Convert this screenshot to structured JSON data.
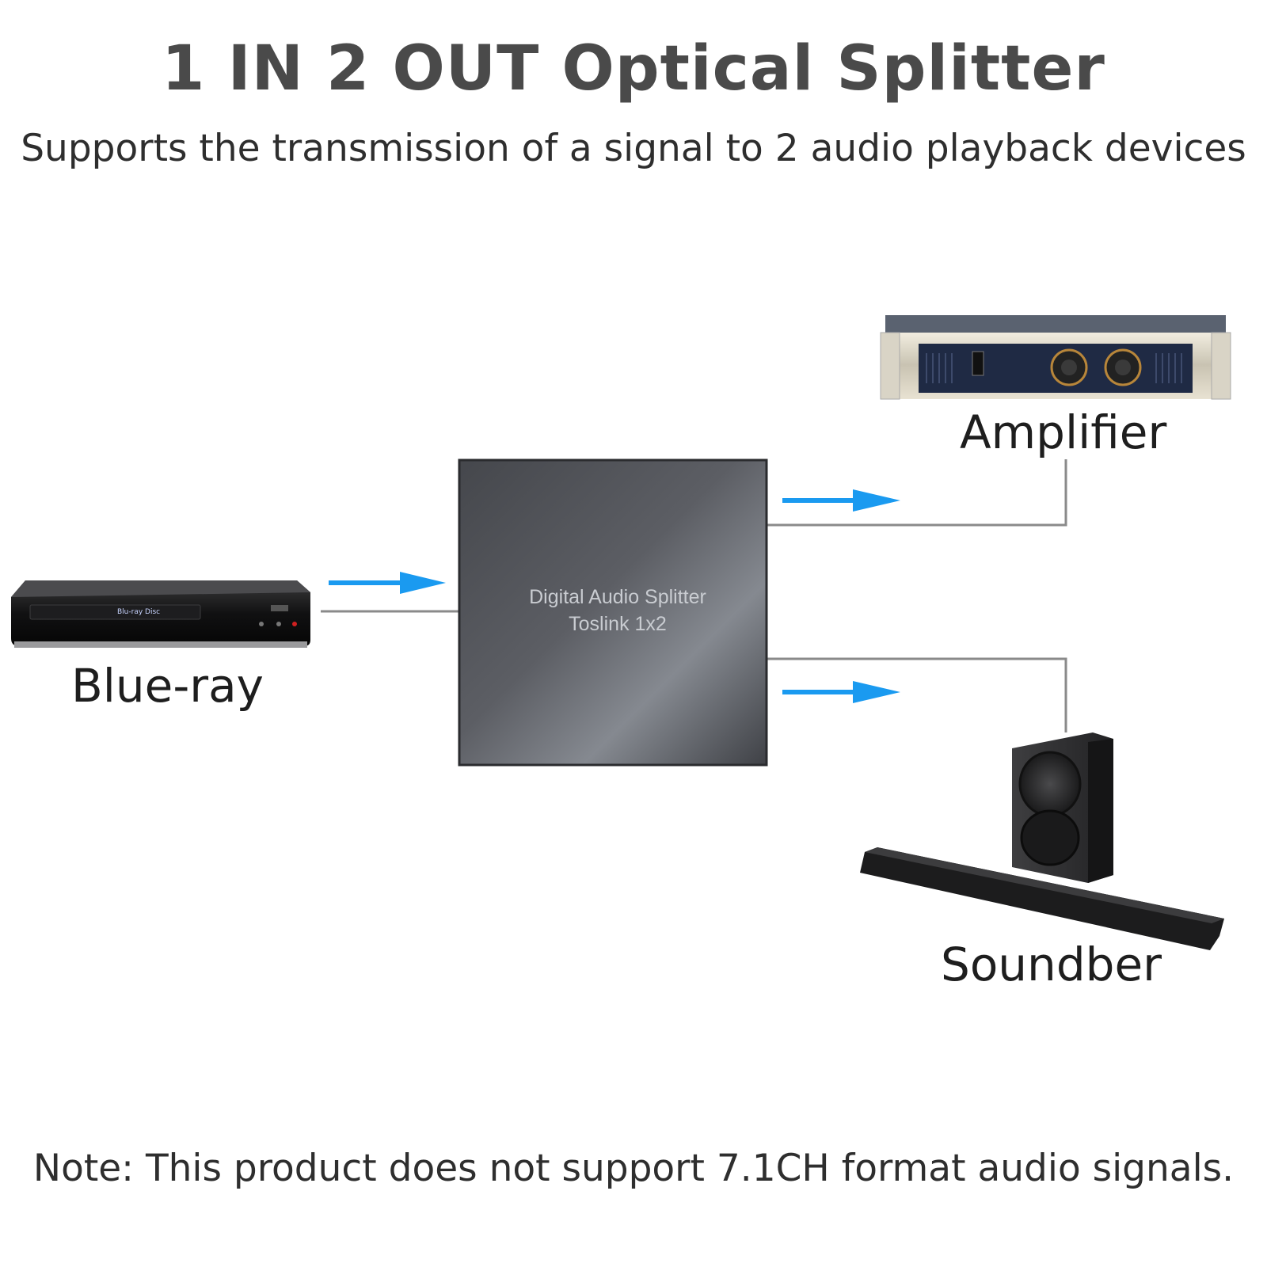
{
  "header": {
    "title": "1 IN 2 OUT Optical Splitter",
    "subtitle": "Supports the transmission of a signal to 2 audio playback devices"
  },
  "devices": {
    "source_label": "Blue-ray",
    "amplifier_label": "Amplifier",
    "soundbar_label": "Soundber"
  },
  "splitter": {
    "line1": "Digital Audio Splitter",
    "line2": "Toslink 1x2"
  },
  "colors": {
    "arrow": "#1a9af0",
    "cable": "#8a8a8a",
    "splitter_body": "#4b4d53"
  },
  "footer": {
    "note": "Note: This product does not support 7.1CH format audio signals."
  }
}
